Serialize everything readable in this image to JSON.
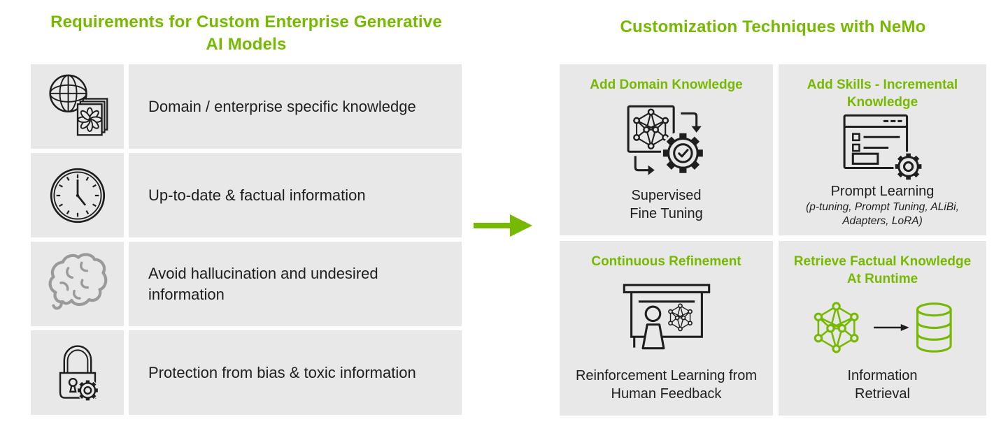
{
  "colors": {
    "brand_green": "#76b900",
    "cell_background": "#e8e8e8",
    "text_dark": "#1e1e1e",
    "brain_gray": "#9a9a9a"
  },
  "left_panel": {
    "title": "Requirements for Custom Enterprise Generative\nAI Models",
    "rows": [
      {
        "icon": "globe-photos-icon",
        "text": "Domain / enterprise specific knowledge"
      },
      {
        "icon": "clock-icon",
        "text": "Up-to-date  & factual information"
      },
      {
        "icon": "brain-icon",
        "text": "Avoid hallucination and undesired information"
      },
      {
        "icon": "lock-gear-icon",
        "text": "Protection from bias & toxic information"
      }
    ]
  },
  "connector": {
    "icon": "right-arrow-icon"
  },
  "right_panel": {
    "title": "Customization Techniques with NeMo",
    "cells": [
      {
        "heading": "Add Domain Knowledge",
        "icon": "model-training-gear-icon",
        "label": "Supervised\nFine Tuning",
        "sublabel": ""
      },
      {
        "heading": "Add Skills - Incremental\nKnowledge",
        "icon": "browser-settings-icon",
        "label": "Prompt Learning",
        "sublabel": "(p-tuning, Prompt Tuning, ALiBi,\nAdapters, LoRA)"
      },
      {
        "heading": "Continuous Refinement",
        "icon": "human-feedback-presentation-icon",
        "label": "Reinforcement Learning from\nHuman Feedback",
        "sublabel": ""
      },
      {
        "heading": "Retrieve Factual Knowledge\nAt Runtime",
        "icon": "network-to-database-icon",
        "label": "Information\nRetrieval",
        "sublabel": ""
      }
    ]
  }
}
